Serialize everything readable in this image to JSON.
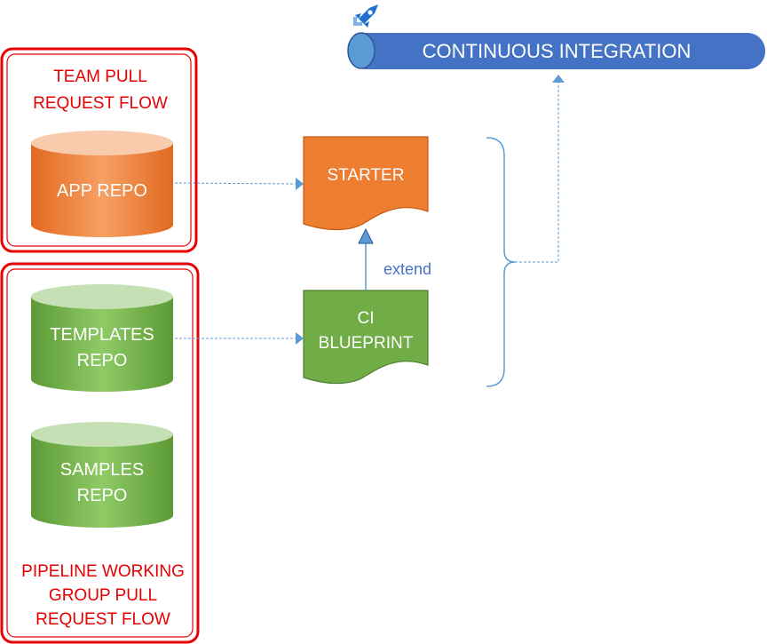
{
  "colors": {
    "group_border": "#e60000",
    "group_text": "#e60000",
    "orange": "#ed7d31",
    "green": "#70ad47",
    "blue": "#4472c4",
    "connector": "#5b9bd5"
  },
  "ci_banner": {
    "label": "CONTINUOUS INTEGRATION",
    "icon": "azure-pipelines-rocket-icon"
  },
  "groups": {
    "team": {
      "title_line1": "TEAM PULL",
      "title_line2": "REQUEST FLOW",
      "app_repo": {
        "label": "APP REPO"
      }
    },
    "pipeline": {
      "templates_repo": {
        "line1": "TEMPLATES",
        "line2": "REPO"
      },
      "samples_repo": {
        "line1": "SAMPLES",
        "line2": "REPO"
      },
      "title_line1": "PIPELINE WORKING",
      "title_line2": "GROUP PULL",
      "title_line3": "REQUEST FLOW"
    }
  },
  "docs": {
    "starter": {
      "label": "STARTER"
    },
    "ci_blueprint": {
      "line1": "CI",
      "line2": "BLUEPRINT"
    }
  },
  "edges": {
    "extend_label": "extend"
  }
}
